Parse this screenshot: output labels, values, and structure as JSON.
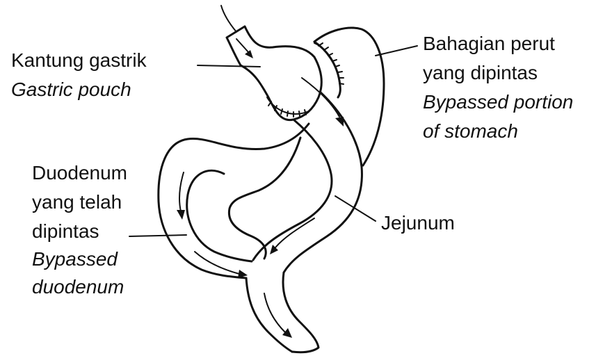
{
  "labels": {
    "gastric_pouch": {
      "malay": "Kantung gastrik",
      "english": "Gastric pouch"
    },
    "bypassed_stomach": {
      "malay_line1": "Bahagian perut",
      "malay_line2": "yang dipintas",
      "english_line1": "Bypassed portion",
      "english_line2": "of stomach"
    },
    "bypassed_duodenum": {
      "malay_line1": "Duodenum",
      "malay_line2": "yang telah",
      "malay_line3": "dipintas",
      "english_line1": "Bypassed",
      "english_line2": "duodenum"
    },
    "jejunum": "Jejunum"
  },
  "colors": {
    "ink": "#111111",
    "background": "#ffffff"
  }
}
